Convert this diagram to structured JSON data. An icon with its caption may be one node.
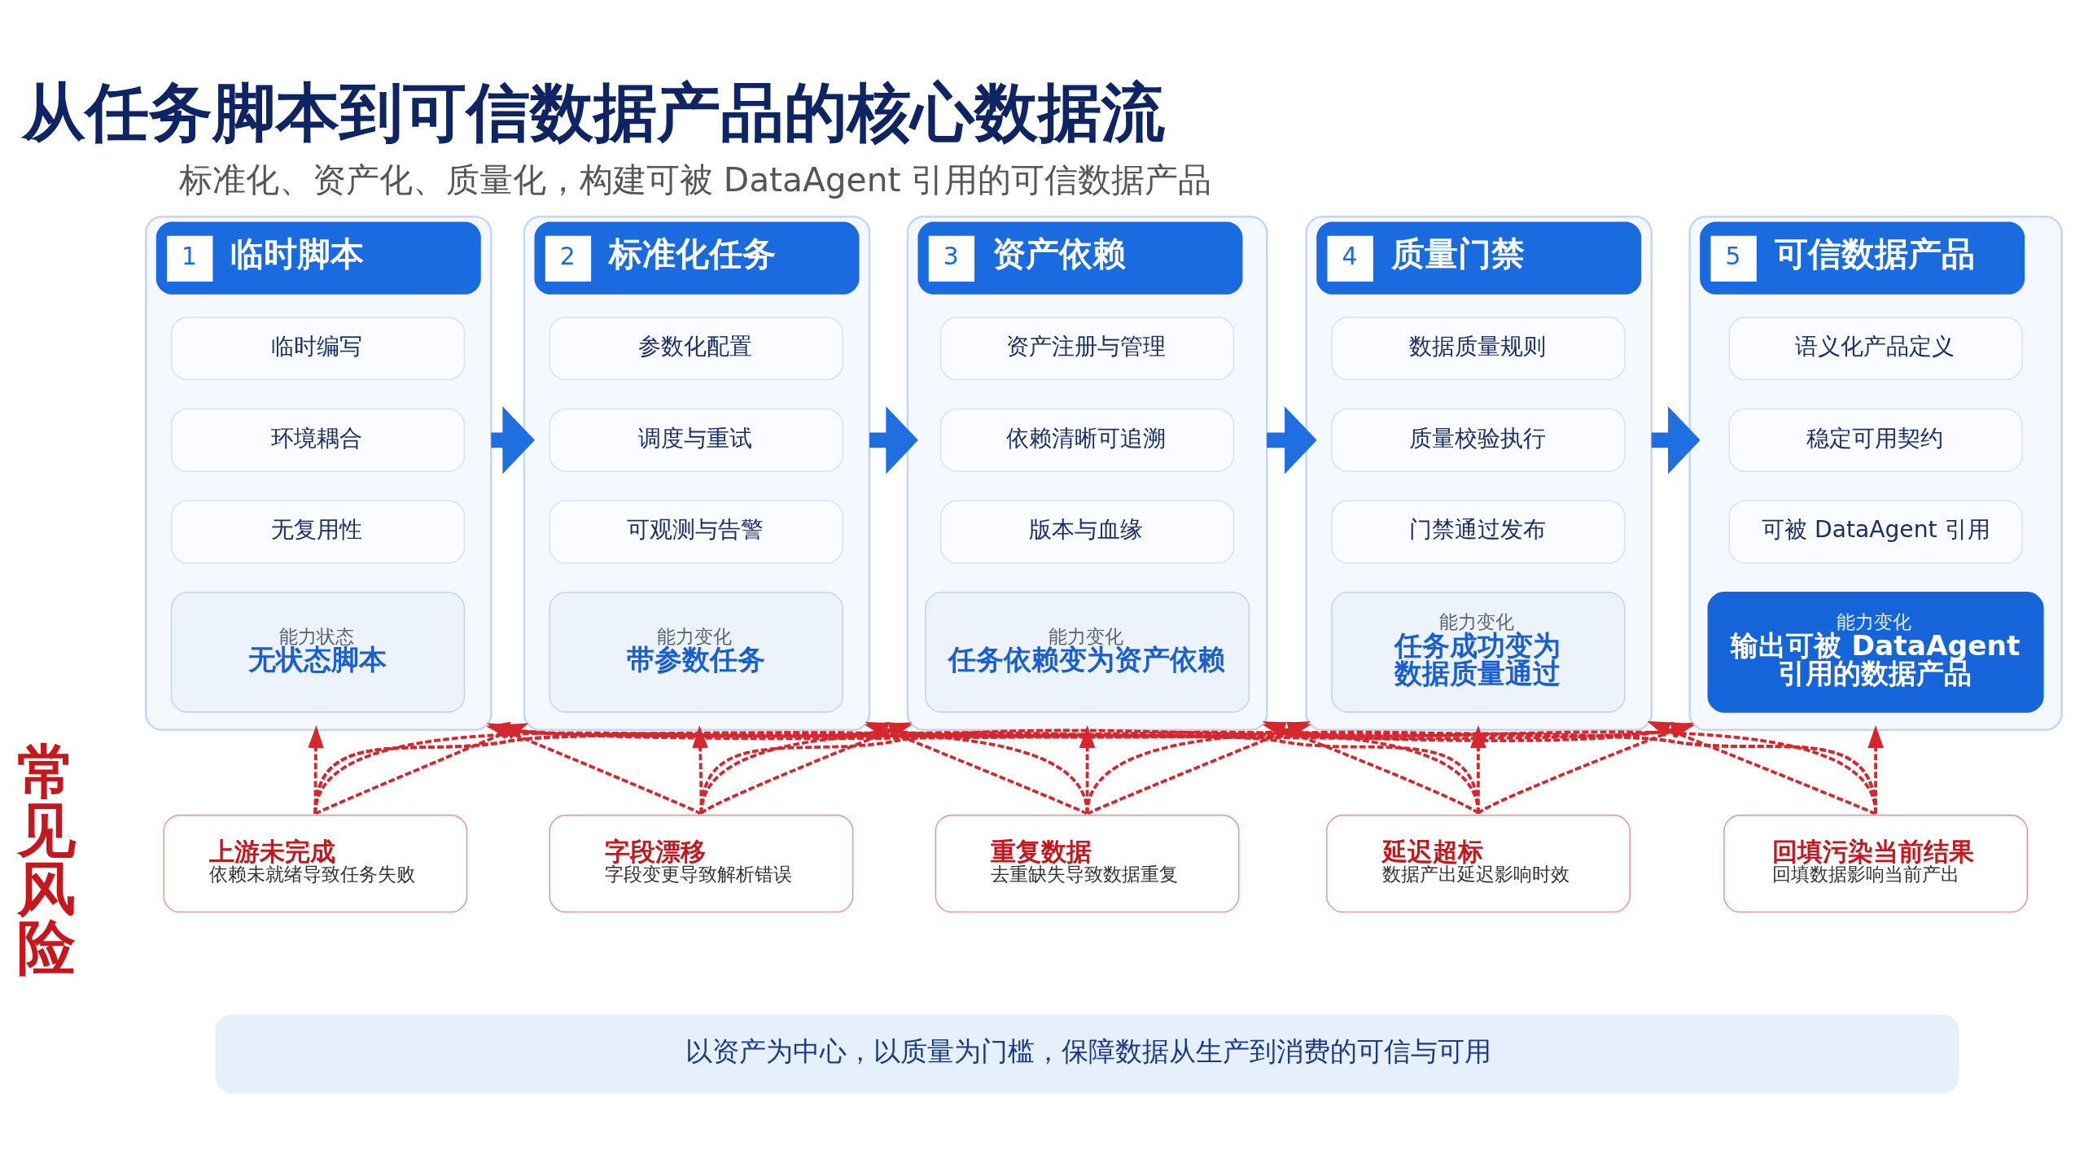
{
  "diagram": {
    "title": "从任务脚本到可信数据产品的核心数据流",
    "nodes": [
      {
        "text": [
          "1",
          "临时脚本"
        ]
      },
      {
        "text": [
          "临时编写"
        ],
        "in": 0
      },
      {
        "text": [
          "环境耦合"
        ],
        "in": 0
      },
      {
        "text": [
          "无复用性"
        ],
        "in": 0
      },
      {
        "text": [
          "能力状态",
          "无状态脚本"
        ],
        "in": 0
      },
      {
        "text": [
          "2",
          "标准化任务"
        ]
      },
      {
        "text": [
          "参数化配置"
        ],
        "in": 5
      },
      {
        "text": [
          "调度与重试"
        ],
        "in": 5
      },
      {
        "text": [
          "可观测与告警"
        ],
        "in": 5
      },
      {
        "text": [
          "能力变化",
          "带参数任务"
        ],
        "in": 5
      },
      {
        "text": [
          "3",
          "资产依赖"
        ]
      },
      {
        "text": [
          "资产注册与管理"
        ],
        "in": 10
      },
      {
        "text": [
          "依赖清晰可追溯"
        ],
        "in": 10
      },
      {
        "text": [
          "版本与血缘"
        ],
        "in": 10
      },
      {
        "text": [
          "能力变化",
          "任务依赖变为资产依赖"
        ],
        "in": 10
      },
      {
        "text": [
          "4",
          "质量门禁"
        ]
      },
      {
        "text": [
          "数据质量规则"
        ],
        "in": 15
      },
      {
        "text": [
          "质量校验执行"
        ],
        "in": 15
      },
      {
        "text": [
          "门禁通过发布"
        ],
        "in": 15
      },
      {
        "text": [
          "能力变化",
          "任务成功变为数据质量通过"
        ],
        "in": 15
      },
      {
        "text": [
          "5",
          "可信数据产品"
        ]
      },
      {
        "text": [
          "语义化产品定义"
        ],
        "in": 20
      },
      {
        "text": [
          "稳定可用契约"
        ],
        "in": 20
      },
      {
        "text": [
          "可被 DataAgent 引用"
        ],
        "in": 20
      },
      {
        "text": [
          "能力变化",
          "输出可被 DataAgent 引用的数据产品"
        ],
        "in": 20
      },
      {
        "text": [
          "上游未完成",
          "依赖未就绪导致任务失败"
        ]
      },
      {
        "text": [
          "字段漂移",
          "字段变更导致解析错误"
        ]
      },
      {
        "text": [
          "重复数据",
          "去重缺失导致数据重复"
        ]
      },
      {
        "text": [
          "延迟超标",
          "数据产出延迟影响时效"
        ]
      },
      {
        "text": [
          "回填污染当前结果",
          "回填数据影响当前产出"
        ]
      },
      {
        "text": [
          "以资产为中心，以质量为门槛，保障数据从生产到消费的可信与可用"
        ]
      }
    ],
    "edges": [
      {
        "from": 0,
        "to": 5,
        "arrow": "to",
        "style": "thick",
        "color": "#1f6fe0"
      },
      {
        "from": 5,
        "to": 10,
        "arrow": "to",
        "style": "thick",
        "color": "#1f6fe0"
      },
      {
        "from": 10,
        "to": 15,
        "arrow": "to",
        "style": "thick",
        "color": "#1f6fe0"
      },
      {
        "from": 15,
        "to": 20,
        "arrow": "to",
        "style": "thick",
        "color": "#1f6fe0"
      },
      {
        "from": 25,
        "to": 0,
        "arrow": "to",
        "style": "dashed",
        "color": "#d7262e"
      },
      {
        "from": 25,
        "to": 5,
        "arrow": "to",
        "style": "dashed",
        "color": "#d7262e"
      },
      {
        "from": 25,
        "to": 10,
        "arrow": "to",
        "style": "dashed",
        "color": "#d7262e"
      },
      {
        "from": 25,
        "to": 15,
        "arrow": "to",
        "style": "dashed",
        "color": "#d7262e"
      },
      {
        "from": 25,
        "to": 20,
        "arrow": "to",
        "style": "dashed",
        "color": "#d7262e"
      },
      {
        "from": 26,
        "to": 0,
        "arrow": "to",
        "style": "dashed",
        "color": "#d7262e"
      },
      {
        "from": 26,
        "to": 5,
        "arrow": "to",
        "style": "dashed",
        "color": "#d7262e"
      },
      {
        "from": 26,
        "to": 10,
        "arrow": "to",
        "style": "dashed",
        "color": "#d7262e"
      },
      {
        "from": 26,
        "to": 15,
        "arrow": "to",
        "style": "dashed",
        "color": "#d7262e"
      },
      {
        "from": 26,
        "to": 20,
        "arrow": "to",
        "style": "dashed",
        "color": "#d7262e"
      },
      {
        "from": 27,
        "to": 0,
        "arrow": "to",
        "style": "dashed",
        "color": "#d7262e"
      },
      {
        "from": 27,
        "to": 5,
        "arrow": "to",
        "style": "dashed",
        "color": "#d7262e"
      },
      {
        "from": 27,
        "to": 10,
        "arrow": "to",
        "style": "dashed",
        "color": "#d7262e"
      },
      {
        "from": 27,
        "to": 15,
        "arrow": "to",
        "style": "dashed",
        "color": "#d7262e"
      },
      {
        "from": 27,
        "to": 20,
        "arrow": "to",
        "style": "dashed",
        "color": "#d7262e"
      },
      {
        "from": 28,
        "to": 0,
        "arrow": "to",
        "style": "dashed",
        "color": "#d7262e"
      },
      {
        "from": 28,
        "to": 5,
        "arrow": "to",
        "style": "dashed",
        "color": "#d7262e"
      },
      {
        "from": 28,
        "to": 10,
        "arrow": "to",
        "style": "dashed",
        "color": "#d7262e"
      },
      {
        "from": 28,
        "to": 15,
        "arrow": "to",
        "style": "dashed",
        "color": "#d7262e"
      },
      {
        "from": 28,
        "to": 20,
        "arrow": "to",
        "style": "dashed",
        "color": "#d7262e"
      },
      {
        "from": 29,
        "to": 0,
        "arrow": "to",
        "style": "dashed",
        "color": "#d7262e"
      },
      {
        "from": 29,
        "to": 5,
        "arrow": "to",
        "style": "dashed",
        "color": "#d7262e"
      },
      {
        "from": 29,
        "to": 10,
        "arrow": "to",
        "style": "dashed",
        "color": "#d7262e"
      },
      {
        "from": 29,
        "to": 15,
        "arrow": "to",
        "style": "dashed",
        "color": "#d7262e"
      },
      {
        "from": 29,
        "to": 20,
        "arrow": "to",
        "style": "dashed",
        "color": "#d7262e"
      }
    ],
    "labels": [
      "标准化、资产化、质量化，构建可被 DataAgent 引用的可信数据产品",
      "常见风险"
    ]
  }
}
